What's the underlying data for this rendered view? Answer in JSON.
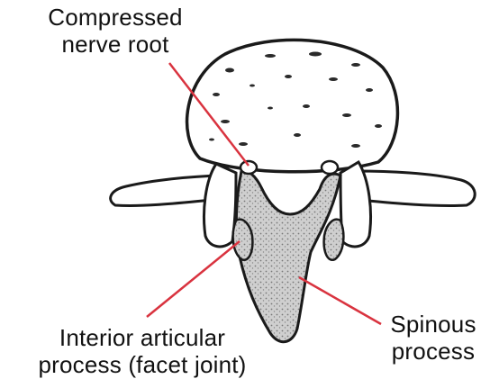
{
  "labels": {
    "nerve_root_line1": "Compressed",
    "nerve_root_line2": "nerve root",
    "facet_line1": "Interior articular",
    "facet_line2": "process (facet joint)",
    "spinous_line1": "Spinous",
    "spinous_line2": "process"
  },
  "colors": {
    "leader_line": "#d9333f",
    "outline": "#1a1a1a",
    "stipple": "#bdbdbd",
    "background": "#ffffff"
  }
}
